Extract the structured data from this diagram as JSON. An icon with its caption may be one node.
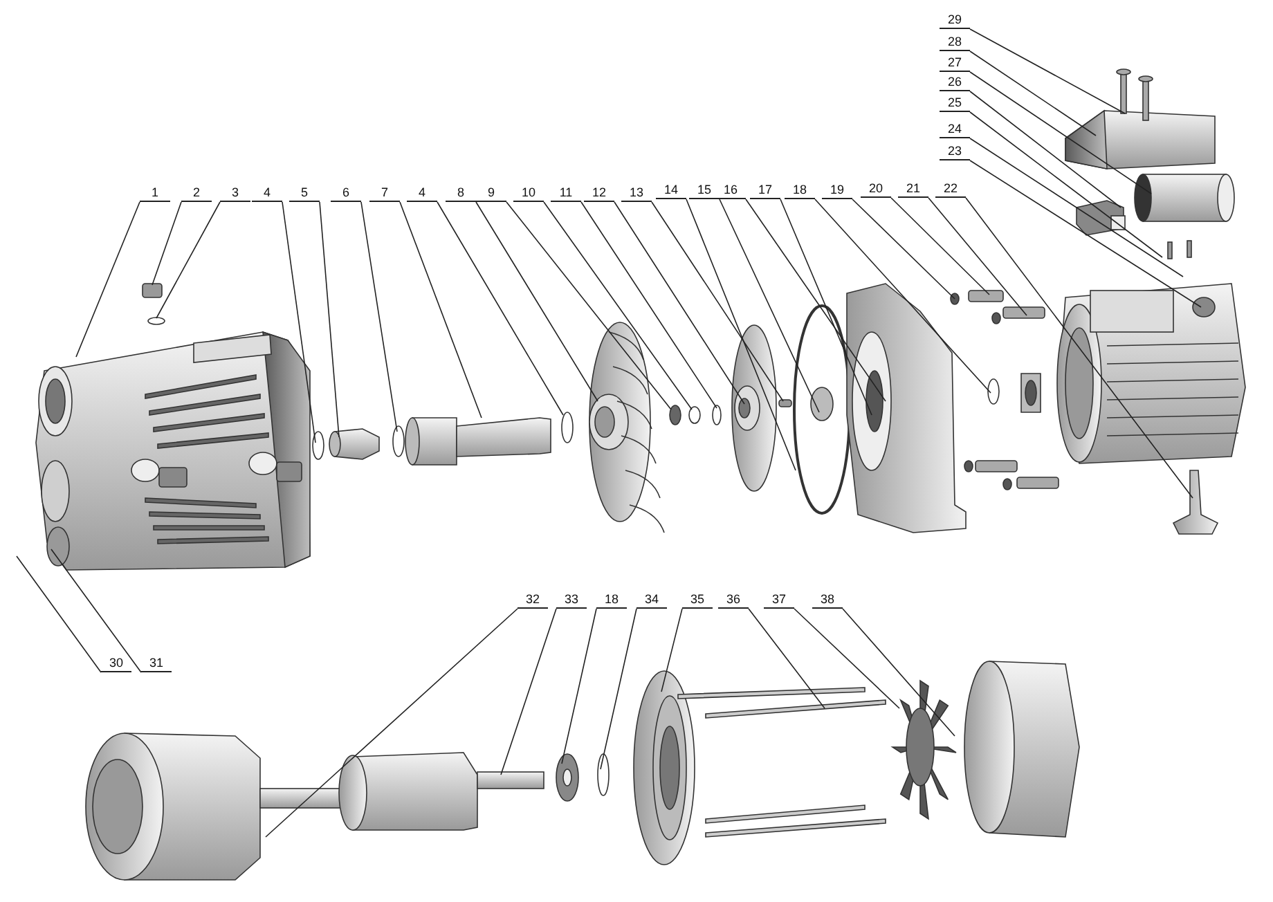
{
  "diagram": {
    "nodes": [
      {
        "text": [
          "1"
        ]
      },
      {
        "text": [
          "2"
        ]
      },
      {
        "text": [
          "3"
        ]
      },
      {
        "text": [
          "4"
        ]
      },
      {
        "text": [
          "5"
        ]
      },
      {
        "text": [
          "6"
        ]
      },
      {
        "text": [
          "7"
        ]
      },
      {
        "text": [
          "4"
        ]
      },
      {
        "text": [
          "8"
        ]
      },
      {
        "text": [
          "9"
        ]
      },
      {
        "text": [
          "10"
        ]
      },
      {
        "text": [
          "11"
        ]
      },
      {
        "text": [
          "12"
        ]
      },
      {
        "text": [
          "13"
        ]
      },
      {
        "text": [
          "14"
        ]
      },
      {
        "text": [
          "15"
        ]
      },
      {
        "text": [
          "16"
        ]
      },
      {
        "text": [
          "17"
        ]
      },
      {
        "text": [
          "18"
        ]
      },
      {
        "text": [
          "19"
        ]
      },
      {
        "text": [
          "20"
        ]
      },
      {
        "text": [
          "21"
        ]
      },
      {
        "text": [
          "22"
        ]
      },
      {
        "text": [
          "29"
        ]
      },
      {
        "text": [
          "28"
        ]
      },
      {
        "text": [
          "27"
        ]
      },
      {
        "text": [
          "26"
        ]
      },
      {
        "text": [
          "25"
        ]
      },
      {
        "text": [
          "24"
        ]
      },
      {
        "text": [
          "23"
        ]
      },
      {
        "text": [
          "30"
        ]
      },
      {
        "text": [
          "31"
        ]
      },
      {
        "text": [
          "32"
        ]
      },
      {
        "text": [
          "33"
        ]
      },
      {
        "text": [
          "18"
        ]
      },
      {
        "text": [
          "34"
        ]
      },
      {
        "text": [
          "35"
        ]
      },
      {
        "text": [
          "36"
        ]
      },
      {
        "text": [
          "37"
        ]
      },
      {
        "text": [
          "38"
        ]
      }
    ],
    "edges": [
      {
        "from": 0,
        "to": null,
        "arrow": "none"
      },
      {
        "from": 1,
        "to": null,
        "arrow": "none"
      },
      {
        "from": 2,
        "to": null,
        "arrow": "none"
      },
      {
        "from": 3,
        "to": null,
        "arrow": "none"
      },
      {
        "from": 4,
        "to": null,
        "arrow": "none"
      },
      {
        "from": 5,
        "to": null,
        "arrow": "none"
      },
      {
        "from": 6,
        "to": null,
        "arrow": "none"
      },
      {
        "from": 7,
        "to": null,
        "arrow": "none"
      },
      {
        "from": 8,
        "to": null,
        "arrow": "none"
      },
      {
        "from": 9,
        "to": null,
        "arrow": "none"
      },
      {
        "from": 10,
        "to": null,
        "arrow": "none"
      },
      {
        "from": 11,
        "to": null,
        "arrow": "none"
      },
      {
        "from": 12,
        "to": null,
        "arrow": "none"
      },
      {
        "from": 13,
        "to": null,
        "arrow": "none"
      },
      {
        "from": 14,
        "to": null,
        "arrow": "none"
      },
      {
        "from": 15,
        "to": null,
        "arrow": "none"
      },
      {
        "from": 16,
        "to": null,
        "arrow": "none"
      },
      {
        "from": 17,
        "to": null,
        "arrow": "none"
      },
      {
        "from": 18,
        "to": null,
        "arrow": "none"
      },
      {
        "from": 19,
        "to": null,
        "arrow": "none"
      },
      {
        "from": 20,
        "to": null,
        "arrow": "none"
      },
      {
        "from": 21,
        "to": null,
        "arrow": "none"
      },
      {
        "from": 22,
        "to": null,
        "arrow": "none"
      },
      {
        "from": 23,
        "to": null,
        "arrow": "none"
      },
      {
        "from": 24,
        "to": null,
        "arrow": "none"
      },
      {
        "from": 25,
        "to": null,
        "arrow": "none"
      },
      {
        "from": 26,
        "to": null,
        "arrow": "none"
      },
      {
        "from": 27,
        "to": null,
        "arrow": "none"
      },
      {
        "from": 28,
        "to": null,
        "arrow": "none"
      },
      {
        "from": 29,
        "to": null,
        "arrow": "none"
      },
      {
        "from": 30,
        "to": null,
        "arrow": "none"
      },
      {
        "from": 31,
        "to": null,
        "arrow": "none"
      },
      {
        "from": 32,
        "to": null,
        "arrow": "none"
      },
      {
        "from": 33,
        "to": null,
        "arrow": "none"
      },
      {
        "from": 34,
        "to": null,
        "arrow": "none"
      },
      {
        "from": 35,
        "to": null,
        "arrow": "none"
      },
      {
        "from": 36,
        "to": null,
        "arrow": "none"
      },
      {
        "from": 37,
        "to": null,
        "arrow": "none"
      },
      {
        "from": 38,
        "to": null,
        "arrow": "none"
      },
      {
        "from": 39,
        "to": null,
        "arrow": "none"
      }
    ]
  }
}
